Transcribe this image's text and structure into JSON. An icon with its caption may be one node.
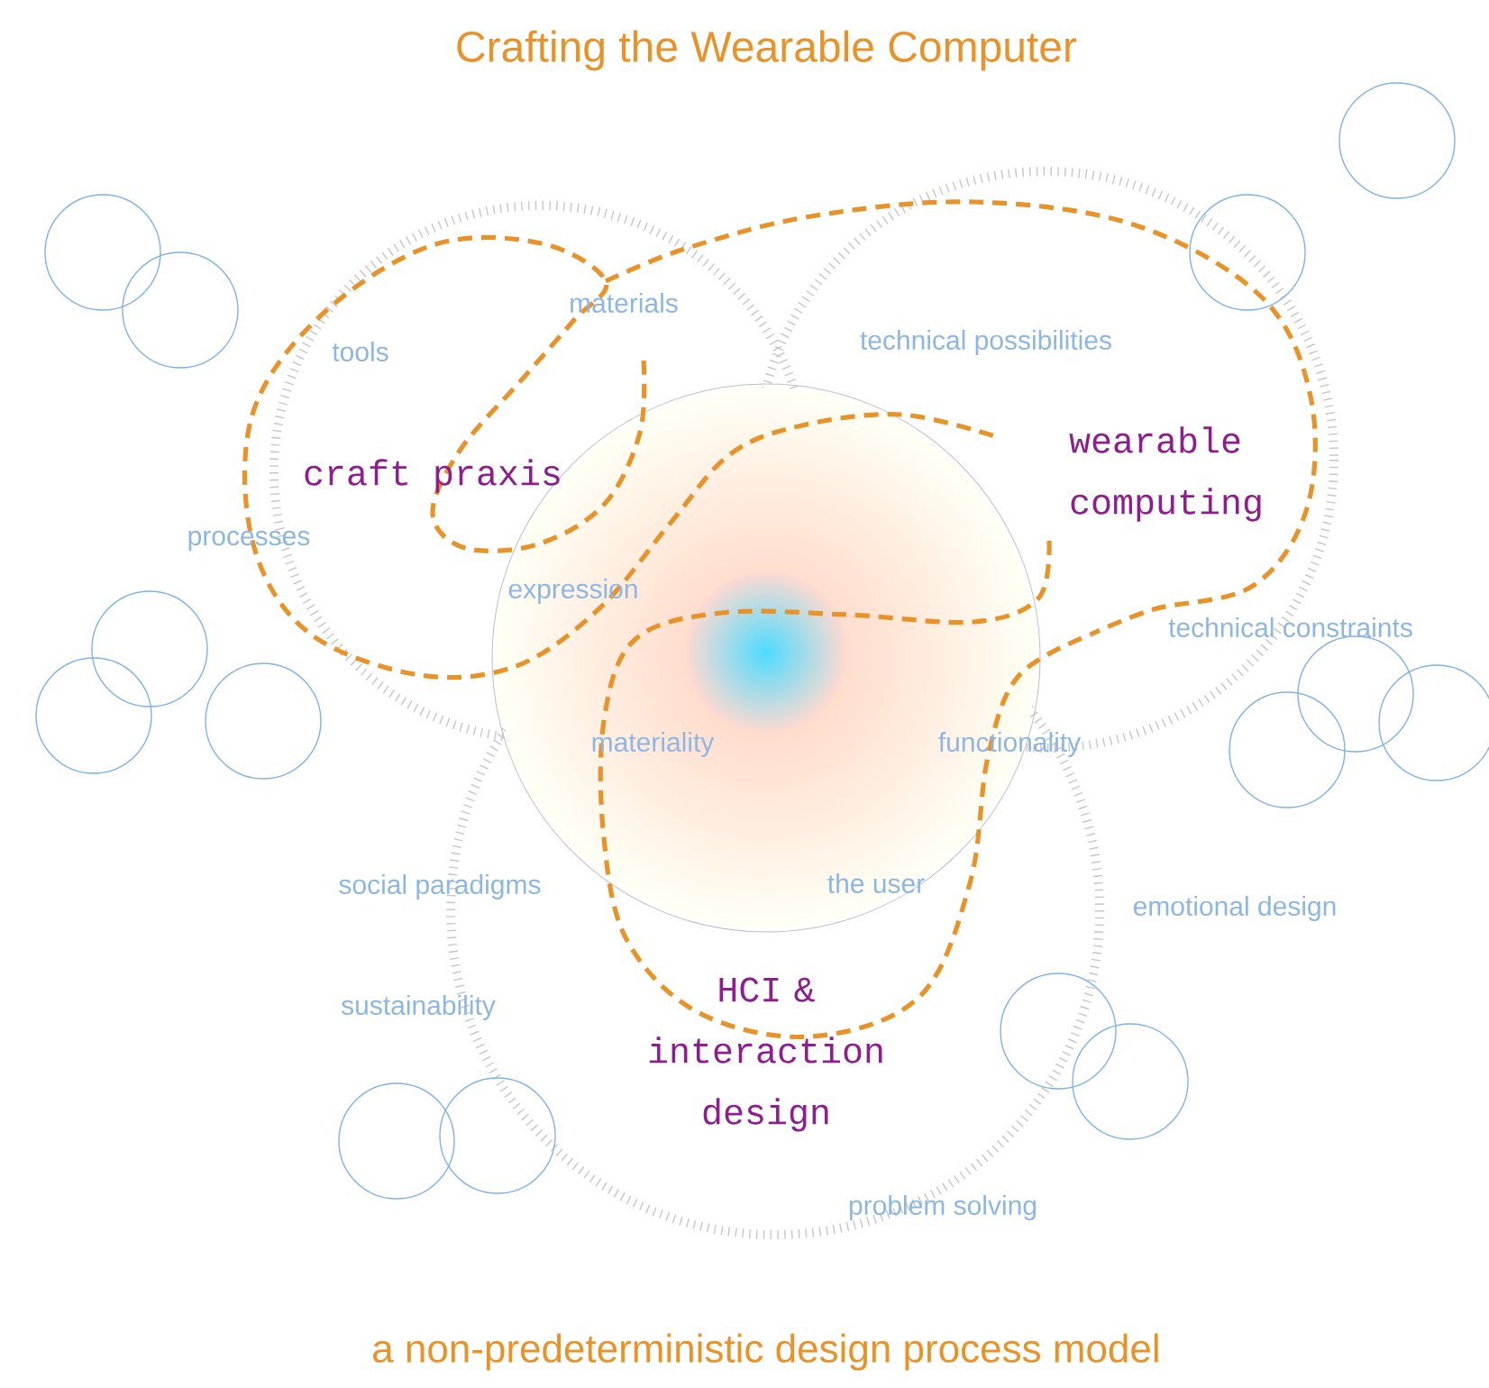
{
  "diagram": {
    "title": "Crafting the Wearable Computer",
    "caption": "a non-predeterministic design process model",
    "labels": [
      "materials",
      "tools",
      "technical possibilities",
      "craft praxis",
      "wearable computing",
      "processes",
      "expression",
      "technical constraints",
      "materiality",
      "functionality",
      "social paradigms",
      "the user",
      "emotional design",
      "HCI & interaction design",
      "sustainability",
      "problem solving"
    ]
  }
}
